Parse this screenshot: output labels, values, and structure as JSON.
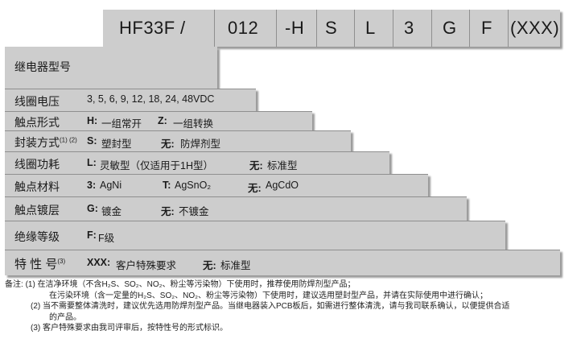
{
  "header": {
    "cells": [
      "HF33F",
      "/",
      "012",
      "-H",
      "S",
      "L",
      "3",
      "G",
      "F",
      "(XXX)"
    ]
  },
  "rows": [
    {
      "label": "继电器型号",
      "options": []
    },
    {
      "label": "线圈电压",
      "options": [
        {
          "key": "",
          "value": "3, 5, 6, 9, 12, 18, 24, 48VDC"
        }
      ]
    },
    {
      "label": "触点形式",
      "options": [
        {
          "key": "H:",
          "value": "一组常开"
        },
        {
          "key": "Z:",
          "value": "一组转换"
        }
      ]
    },
    {
      "label": "封装方式",
      "label_sup": "(1) (2)",
      "options": [
        {
          "key": "S:",
          "value": "塑封型"
        },
        {
          "key": "无:",
          "value": "防焊剂型"
        }
      ]
    },
    {
      "label": "线圈功耗",
      "options": [
        {
          "key": "L:",
          "value": "灵敏型（仅适用于1H型）"
        },
        {
          "key": "无:",
          "value": "标准型"
        }
      ]
    },
    {
      "label": "触点材料",
      "options": [
        {
          "key": "3:",
          "value": "AgNi"
        },
        {
          "key": "T:",
          "value": "AgSnO₂"
        },
        {
          "key": "无:",
          "value": "AgCdO"
        }
      ]
    },
    {
      "label": "触点镀层",
      "options": [
        {
          "key": "G:",
          "value": "镀金"
        },
        {
          "key": "无:",
          "value": "不镀金"
        }
      ]
    },
    {
      "label": "绝缘等级",
      "options": [
        {
          "key": "F:",
          "value": "F级"
        }
      ]
    },
    {
      "label": "特 性 号",
      "label_sup": "(3)",
      "options": [
        {
          "key": "XXX:",
          "value": "客户特殊要求"
        },
        {
          "key": "无:",
          "value": "标准型"
        }
      ]
    }
  ],
  "notes": {
    "prefix": "备注:",
    "lines": [
      "(1) 在洁净环境（不含H₂S、SO₂、NO₂、粉尘等污染物）下使用时，推荐使用防焊剂型产品；",
      "在污染环境（含一定量的H₂S、SO₂、NO₂、粉尘等污染物）下使用时，建议选用塑封型产品，并请在实际使用中进行确认；",
      "(2) 当不需要整体清洗时，建议优先选用防焊剂型产品。当继电器装入PCB板后，如需进行整体清洗，请与我司联系确认，以便提供合适",
      "的产品。",
      "(3) 客户特殊要求由我司评审后，按特性号的形式标识。"
    ]
  }
}
